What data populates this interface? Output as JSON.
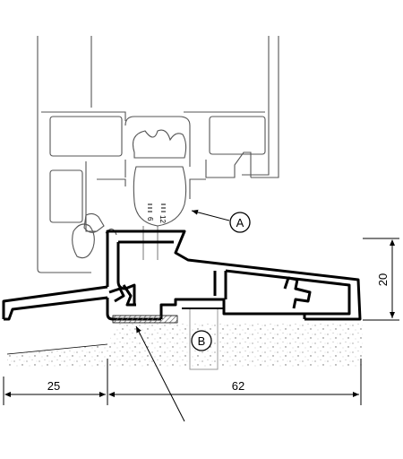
{
  "callouts": {
    "a": "A",
    "b": "B"
  },
  "dimensions": {
    "left_width": "25",
    "right_width": "62",
    "height": "20"
  },
  "gasket_marks": {
    "left_digits": "6",
    "right_digits": "12"
  },
  "colors": {
    "line": "#000000",
    "frame": "#555555",
    "background": "#ffffff",
    "hatch": "#888888"
  }
}
